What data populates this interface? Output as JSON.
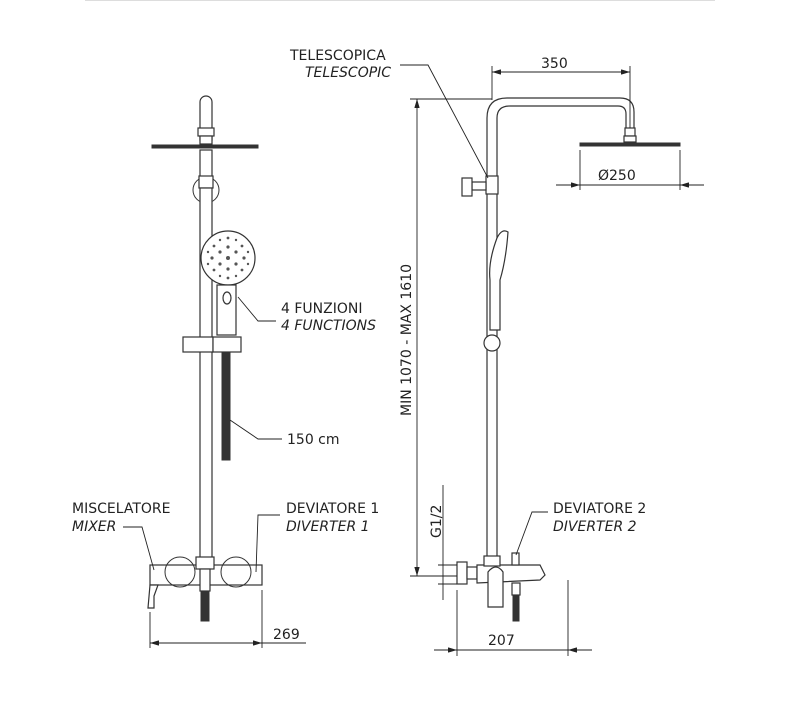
{
  "labels": {
    "telescopic_it": "TELESCOPICA",
    "telescopic_en": "TELESCOPIC",
    "functions_it": "4 FUNZIONI",
    "functions_en": "4 FUNCTIONS",
    "hose_length": "150 cm",
    "mixer_it": "MISCELATORE",
    "mixer_en": "MIXER",
    "diverter1_it": "DEVIATORE 1",
    "diverter1_en": "DIVERTER 1",
    "diverter2_it": "DEVIATORE 2",
    "diverter2_en": "DIVERTER 2"
  },
  "dimensions": {
    "arm_length": "350",
    "head_diameter": "Ø250",
    "height_range": "MIN 1070 - MAX 1610",
    "thread": "G1/2",
    "body_width": "269",
    "body_depth": "207"
  }
}
